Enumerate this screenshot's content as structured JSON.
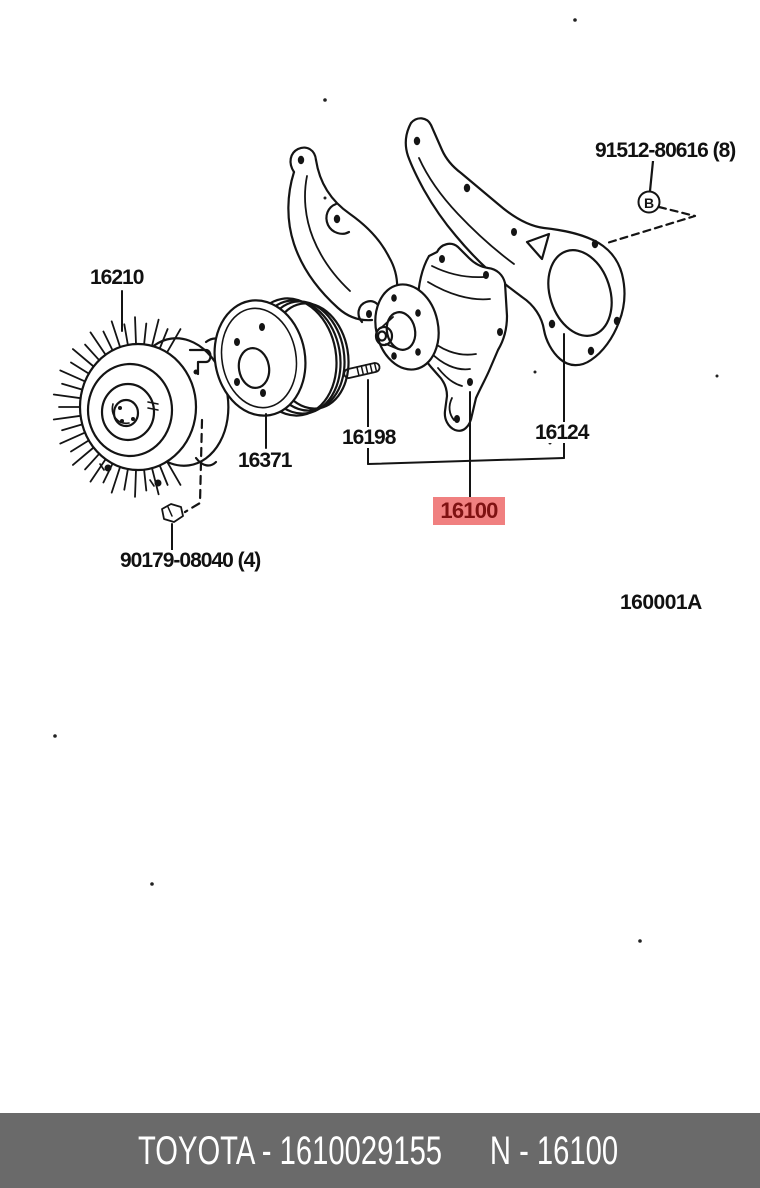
{
  "diagram": {
    "figure_code": "160001A",
    "labels": {
      "fan_clutch": "16210",
      "pulley": "16371",
      "stud": "16198",
      "gasket": "16124",
      "bolt_callout": "91512-80616 (8)",
      "clutch_bolt": "90179-08040 (4)"
    },
    "highlighted_part": {
      "number": "16100",
      "bg_color": "#f08080",
      "text_color": "#7f1212"
    },
    "callout": {
      "symbol": "B"
    },
    "line_color": "#141414"
  },
  "footer": {
    "left_text": "TOYOTA - 1610029155",
    "right_text": "N - 16100",
    "bg_color": "#6a6a6a",
    "text_color": "#ffffff"
  }
}
